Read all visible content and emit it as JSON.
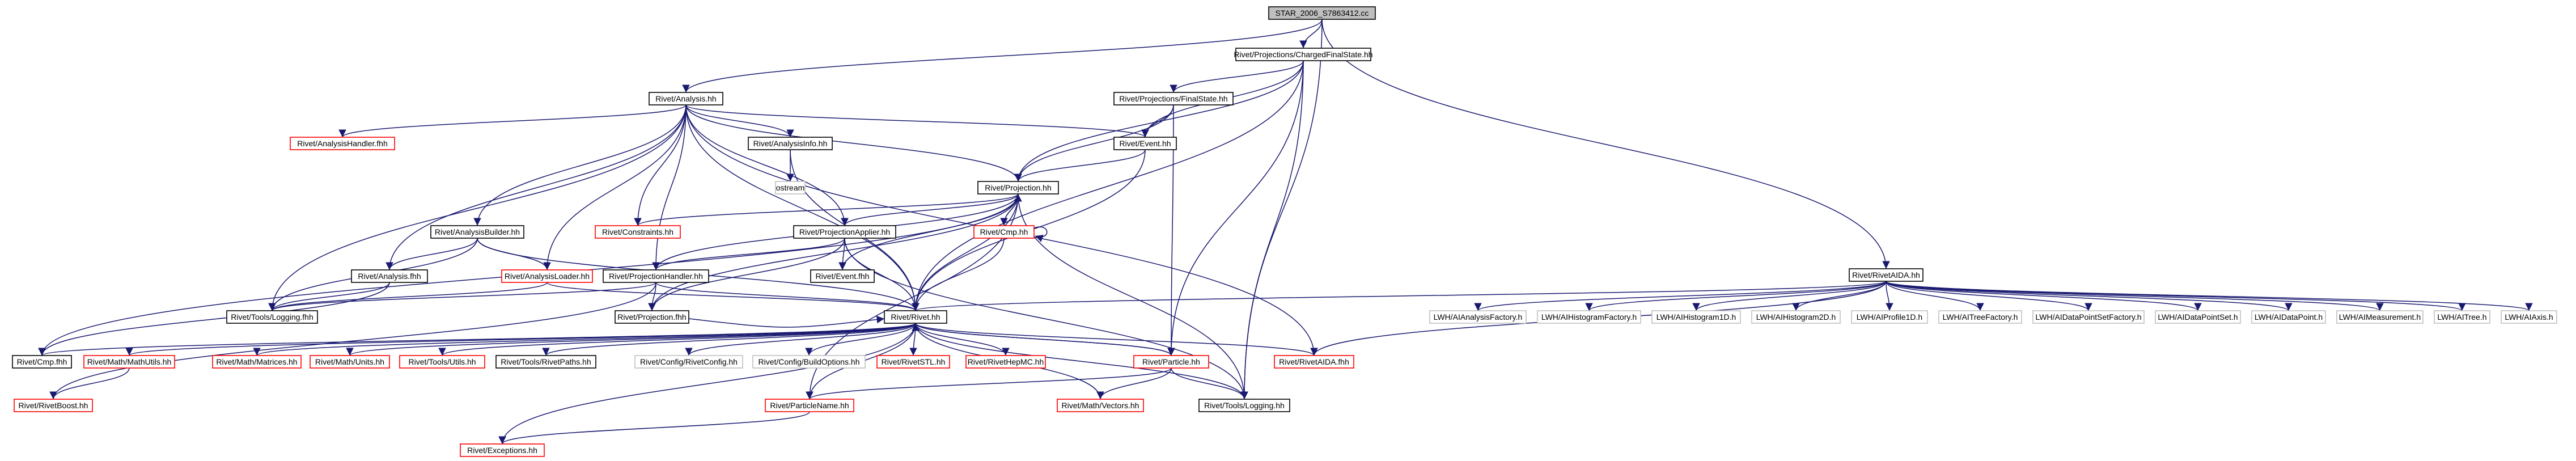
{
  "nodes": [
    {
      "id": "root",
      "label": "STAR_2006_S7863412.cc",
      "style": "root"
    },
    {
      "id": "cfs",
      "label": "Rivet/Projections/ChargedFinalState.hh",
      "style": "black"
    },
    {
      "id": "analysis",
      "label": "Rivet/Analysis.hh",
      "style": "black"
    },
    {
      "id": "fs",
      "label": "Rivet/Projections/FinalState.hh",
      "style": "black"
    },
    {
      "id": "aida",
      "label": "Rivet/RivetAIDA.hh",
      "style": "black"
    },
    {
      "id": "ahandler",
      "label": "Rivet/AnalysisHandler.fhh",
      "style": "red"
    },
    {
      "id": "ainfo",
      "label": "Rivet/AnalysisInfo.hh",
      "style": "black"
    },
    {
      "id": "event",
      "label": "Rivet/Event.hh",
      "style": "black"
    },
    {
      "id": "ostream",
      "label": "ostream",
      "style": "gray"
    },
    {
      "id": "projection",
      "label": "Rivet/Projection.hh",
      "style": "black"
    },
    {
      "id": "abuilder",
      "label": "Rivet/AnalysisBuilder.hh",
      "style": "black"
    },
    {
      "id": "constraints",
      "label": "Rivet/Constraints.hh",
      "style": "red"
    },
    {
      "id": "papplier",
      "label": "Rivet/ProjectionApplier.hh",
      "style": "black"
    },
    {
      "id": "cmphh",
      "label": "Rivet/Cmp.hh",
      "style": "red"
    },
    {
      "id": "afhh",
      "label": "Rivet/Analysis.fhh",
      "style": "black"
    },
    {
      "id": "aloader",
      "label": "Rivet/AnalysisLoader.hh",
      "style": "red"
    },
    {
      "id": "phandler",
      "label": "Rivet/ProjectionHandler.hh",
      "style": "black"
    },
    {
      "id": "eventfhh",
      "label": "Rivet/Event.fhh",
      "style": "black"
    },
    {
      "id": "tlogfhh",
      "label": "Rivet/Tools/Logging.fhh",
      "style": "black"
    },
    {
      "id": "projfhh",
      "label": "Rivet/Projection.fhh",
      "style": "black"
    },
    {
      "id": "rivet",
      "label": "Rivet/Rivet.hh",
      "style": "black"
    },
    {
      "id": "lwh1",
      "label": "LWH/AIAnalysisFactory.h",
      "style": "gray"
    },
    {
      "id": "lwh2",
      "label": "LWH/AIHistogramFactory.h",
      "style": "gray"
    },
    {
      "id": "lwh3",
      "label": "LWH/AIHistogram1D.h",
      "style": "gray"
    },
    {
      "id": "lwh4",
      "label": "LWH/AIHistogram2D.h",
      "style": "gray"
    },
    {
      "id": "lwh5",
      "label": "LWH/AIProfile1D.h",
      "style": "gray"
    },
    {
      "id": "lwh6",
      "label": "LWH/AITreeFactory.h",
      "style": "gray"
    },
    {
      "id": "lwh7",
      "label": "LWH/AIDataPointSetFactory.h",
      "style": "gray"
    },
    {
      "id": "lwh8",
      "label": "LWH/AIDataPointSet.h",
      "style": "gray"
    },
    {
      "id": "lwh9",
      "label": "LWH/AIDataPoint.h",
      "style": "gray"
    },
    {
      "id": "lwh10",
      "label": "LWH/AIMeasurement.h",
      "style": "gray"
    },
    {
      "id": "lwh11",
      "label": "LWH/AITree.h",
      "style": "gray"
    },
    {
      "id": "lwh12",
      "label": "LWH/AIAxis.h",
      "style": "gray"
    },
    {
      "id": "cmpfhh",
      "label": "Rivet/Cmp.fhh",
      "style": "black"
    },
    {
      "id": "mathutils",
      "label": "Rivet/Math/MathUtils.hh",
      "style": "red"
    },
    {
      "id": "matrices",
      "label": "Rivet/Math/Matrices.hh",
      "style": "red"
    },
    {
      "id": "units",
      "label": "Rivet/Math/Units.hh",
      "style": "red"
    },
    {
      "id": "toolsutils",
      "label": "Rivet/Tools/Utils.hh",
      "style": "red"
    },
    {
      "id": "paths",
      "label": "Rivet/Tools/RivetPaths.hh",
      "style": "black"
    },
    {
      "id": "config",
      "label": "Rivet/Config/RivetConfig.hh",
      "style": "gray"
    },
    {
      "id": "buildopts",
      "label": "Rivet/Config/BuildOptions.hh",
      "style": "gray"
    },
    {
      "id": "stl",
      "label": "Rivet/RivetSTL.hh",
      "style": "red"
    },
    {
      "id": "hepmc",
      "label": "Rivet/RivetHepMC.hh",
      "style": "red"
    },
    {
      "id": "particle",
      "label": "Rivet/Particle.hh",
      "style": "red"
    },
    {
      "id": "aidafhh",
      "label": "Rivet/RivetAIDA.fhh",
      "style": "red"
    },
    {
      "id": "boost",
      "label": "Rivet/RivetBoost.hh",
      "style": "red"
    },
    {
      "id": "pname",
      "label": "Rivet/ParticleName.hh",
      "style": "red"
    },
    {
      "id": "vectors",
      "label": "Rivet/Math/Vectors.hh",
      "style": "red"
    },
    {
      "id": "tlogging",
      "label": "Rivet/Tools/Logging.hh",
      "style": "black"
    },
    {
      "id": "exceptions",
      "label": "Rivet/Exceptions.hh",
      "style": "red"
    }
  ],
  "edges": [
    [
      "root",
      "cfs"
    ],
    [
      "root",
      "analysis"
    ],
    [
      "root",
      "aida"
    ],
    [
      "root",
      "tlogging"
    ],
    [
      "cfs",
      "fs"
    ],
    [
      "cfs",
      "event"
    ],
    [
      "cfs",
      "projection"
    ],
    [
      "cfs",
      "rivet"
    ],
    [
      "cfs",
      "particle"
    ],
    [
      "cfs",
      "tlogging"
    ],
    [
      "fs",
      "event"
    ],
    [
      "fs",
      "projection"
    ],
    [
      "fs",
      "particle"
    ],
    [
      "analysis",
      "ahandler"
    ],
    [
      "analysis",
      "ainfo"
    ],
    [
      "analysis",
      "event"
    ],
    [
      "analysis",
      "projection"
    ],
    [
      "analysis",
      "constraints"
    ],
    [
      "analysis",
      "abuilder"
    ],
    [
      "analysis",
      "afhh"
    ],
    [
      "analysis",
      "aloader"
    ],
    [
      "analysis",
      "phandler"
    ],
    [
      "analysis",
      "papplier"
    ],
    [
      "analysis",
      "rivet"
    ],
    [
      "analysis",
      "aidafhh"
    ],
    [
      "analysis",
      "tlogfhh"
    ],
    [
      "ainfo",
      "ostream"
    ],
    [
      "ainfo",
      "rivet"
    ],
    [
      "event",
      "projection"
    ],
    [
      "event",
      "rivet"
    ],
    [
      "projection",
      "constraints"
    ],
    [
      "projection",
      "papplier"
    ],
    [
      "projection",
      "cmphh"
    ],
    [
      "projection",
      "phandler"
    ],
    [
      "projection",
      "projfhh"
    ],
    [
      "projection",
      "eventfhh"
    ],
    [
      "projection",
      "rivet"
    ],
    [
      "projection",
      "tlogging"
    ],
    [
      "projection",
      "pname"
    ],
    [
      "projection",
      "cmpfhh"
    ],
    [
      "abuilder",
      "afhh"
    ],
    [
      "abuilder",
      "aloader"
    ],
    [
      "abuilder",
      "tlogfhh"
    ],
    [
      "abuilder",
      "rivet"
    ],
    [
      "aloader",
      "tlogfhh"
    ],
    [
      "aloader",
      "rivet"
    ],
    [
      "papplier",
      "phandler"
    ],
    [
      "papplier",
      "projfhh"
    ],
    [
      "papplier",
      "eventfhh"
    ],
    [
      "papplier",
      "rivet"
    ],
    [
      "papplier",
      "tlogging"
    ],
    [
      "cmphh",
      "projection"
    ],
    [
      "cmphh",
      "cmphh"
    ],
    [
      "cmphh",
      "rivet"
    ],
    [
      "phandler",
      "projfhh"
    ],
    [
      "phandler",
      "tlogfhh"
    ],
    [
      "phandler",
      "rivet"
    ],
    [
      "phandler",
      "boost"
    ],
    [
      "projfhh",
      "rivet"
    ],
    [
      "afhh",
      "tlogfhh"
    ],
    [
      "afhh",
      "cmpfhh"
    ],
    [
      "aida",
      "lwh1"
    ],
    [
      "aida",
      "lwh2"
    ],
    [
      "aida",
      "lwh3"
    ],
    [
      "aida",
      "lwh4"
    ],
    [
      "aida",
      "lwh5"
    ],
    [
      "aida",
      "lwh6"
    ],
    [
      "aida",
      "lwh7"
    ],
    [
      "aida",
      "lwh8"
    ],
    [
      "aida",
      "lwh9"
    ],
    [
      "aida",
      "lwh10"
    ],
    [
      "aida",
      "lwh11"
    ],
    [
      "aida",
      "lwh12"
    ],
    [
      "aida",
      "aidafhh"
    ],
    [
      "aida",
      "rivet"
    ],
    [
      "rivet",
      "cmpfhh"
    ],
    [
      "rivet",
      "mathutils"
    ],
    [
      "rivet",
      "matrices"
    ],
    [
      "rivet",
      "units"
    ],
    [
      "rivet",
      "toolsutils"
    ],
    [
      "rivet",
      "paths"
    ],
    [
      "rivet",
      "config"
    ],
    [
      "rivet",
      "buildopts"
    ],
    [
      "rivet",
      "stl"
    ],
    [
      "rivet",
      "hepmc"
    ],
    [
      "rivet",
      "particle"
    ],
    [
      "rivet",
      "aidafhh"
    ],
    [
      "rivet",
      "pname"
    ],
    [
      "rivet",
      "vectors"
    ],
    [
      "rivet",
      "tlogging"
    ],
    [
      "rivet",
      "exceptions"
    ],
    [
      "particle",
      "rivet"
    ],
    [
      "particle",
      "pname"
    ],
    [
      "particle",
      "vectors"
    ],
    [
      "particle",
      "tlogging"
    ],
    [
      "mathutils",
      "boost"
    ],
    [
      "pname",
      "exceptions"
    ]
  ]
}
